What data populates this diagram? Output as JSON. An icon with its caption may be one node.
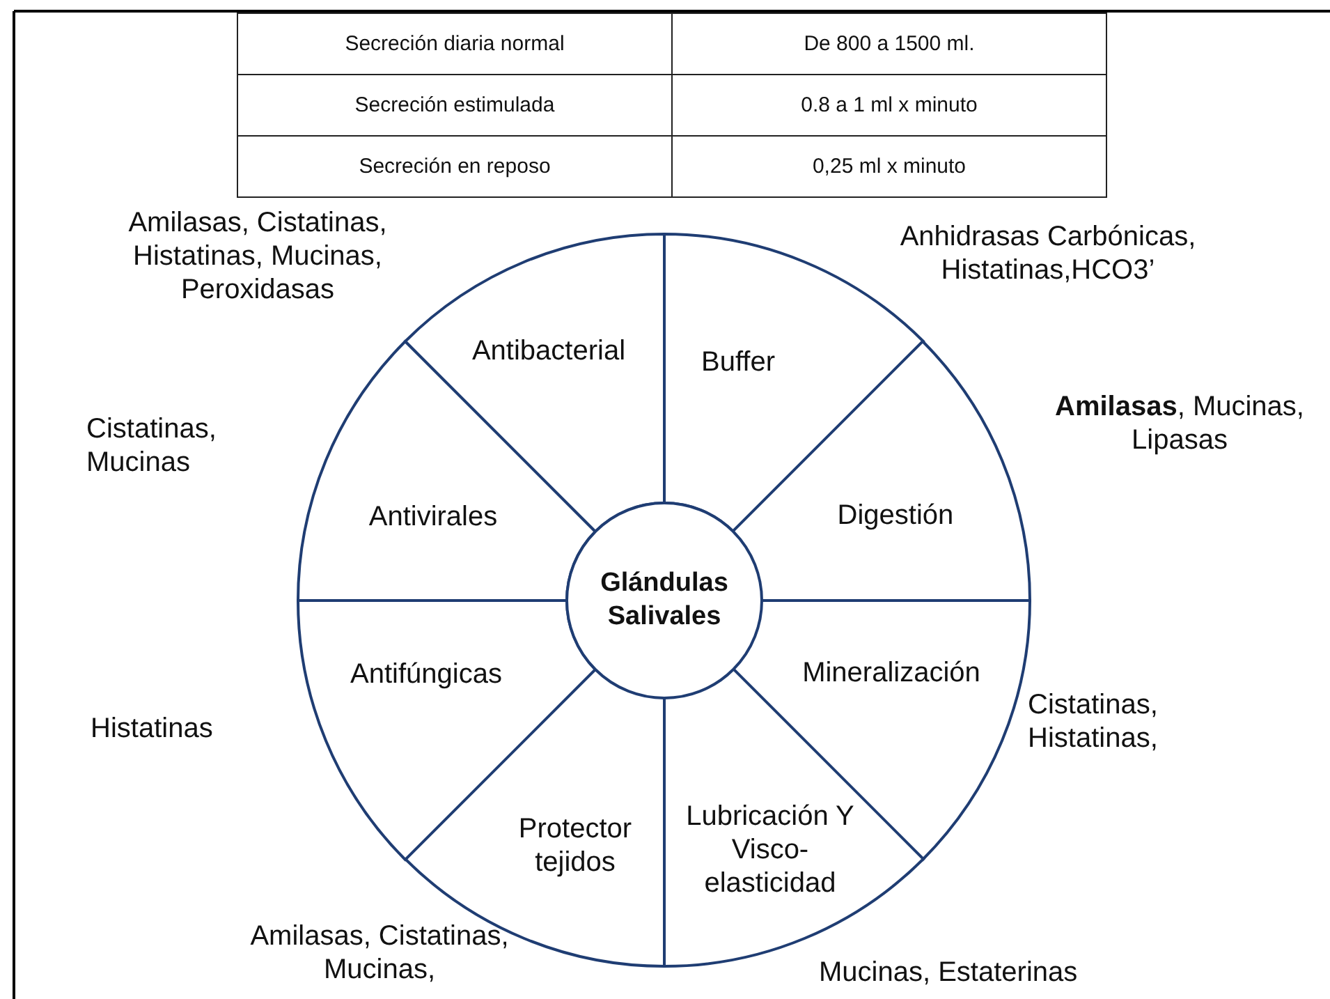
{
  "diagram": {
    "nodes": [
      {
        "text": [
          "Glándulas Salivales"
        ]
      },
      {
        "text": [
          "Buffer"
        ],
        "beside": [
          "Anhidrasas Carbónicas, Histatinas,HCO3’"
        ]
      },
      {
        "text": [
          "Digestión"
        ],
        "beside": [
          "**Amilasas**, Mucinas, Lipasas"
        ]
      },
      {
        "text": [
          "Mineralización"
        ],
        "beside": [
          "Cistatinas, Histatinas,"
        ]
      },
      {
        "text": [
          "Lubricación Y Visco-elasticidad"
        ],
        "beside": [
          "Mucinas, Estaterinas"
        ]
      },
      {
        "text": [
          "Protector tejidos"
        ],
        "beside": [
          "Amilasas, Cistatinas, Mucinas,"
        ]
      },
      {
        "text": [
          "Antifúngicas"
        ],
        "beside": [
          "Histatinas"
        ]
      },
      {
        "text": [
          "Antivirales"
        ],
        "beside": [
          "Cistatinas, Mucinas"
        ]
      },
      {
        "text": [
          "Antibacterial"
        ],
        "beside": [
          "Amilasas, Cistatinas, Histatinas, Mucinas, Peroxidasas"
        ]
      }
    ],
    "edges": [],
    "labels": [
      "Secreción diaria normal",
      "De 800 a 1500 ml.",
      "Secreción estimulada",
      "0.8 a 1 ml x minuto",
      "Secreción en reposo",
      "0,25 ml x minuto"
    ]
  }
}
